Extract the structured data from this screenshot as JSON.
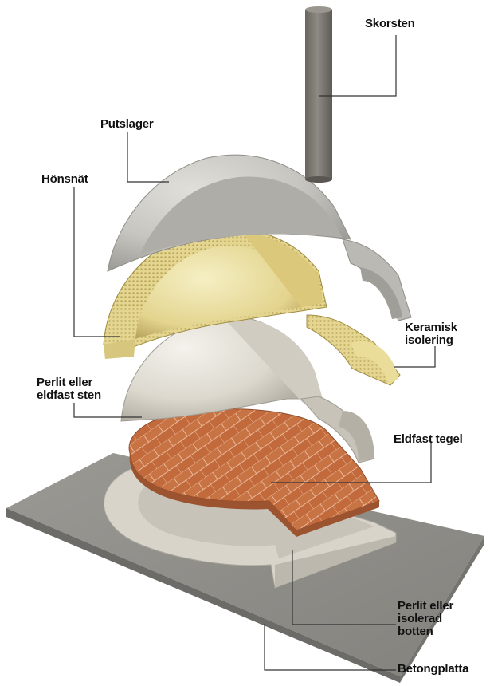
{
  "diagram": {
    "labels": {
      "skorsten": "Skorsten",
      "putslager": "Putslager",
      "honsnat": "Hönsnät",
      "keramisk_1": "Keramisk",
      "keramisk_2": "isolering",
      "perlit_sten_1": "Perlit eller",
      "perlit_sten_2": "eldfast sten",
      "eldfast_tegel": "Eldfast tegel",
      "perlit_botten_1": "Perlit eller",
      "perlit_botten_2": "isolerad",
      "perlit_botten_3": "botten",
      "betongplatta": "Betongplatta"
    },
    "colors": {
      "concrete": "#8d8c88",
      "plaster": "#c9c8c3",
      "ceramic": "#e8dc9a",
      "perlite": "#ddd9cf",
      "brick": "#c0673a",
      "chimney": "#7c7872",
      "leader": "#333333"
    }
  }
}
